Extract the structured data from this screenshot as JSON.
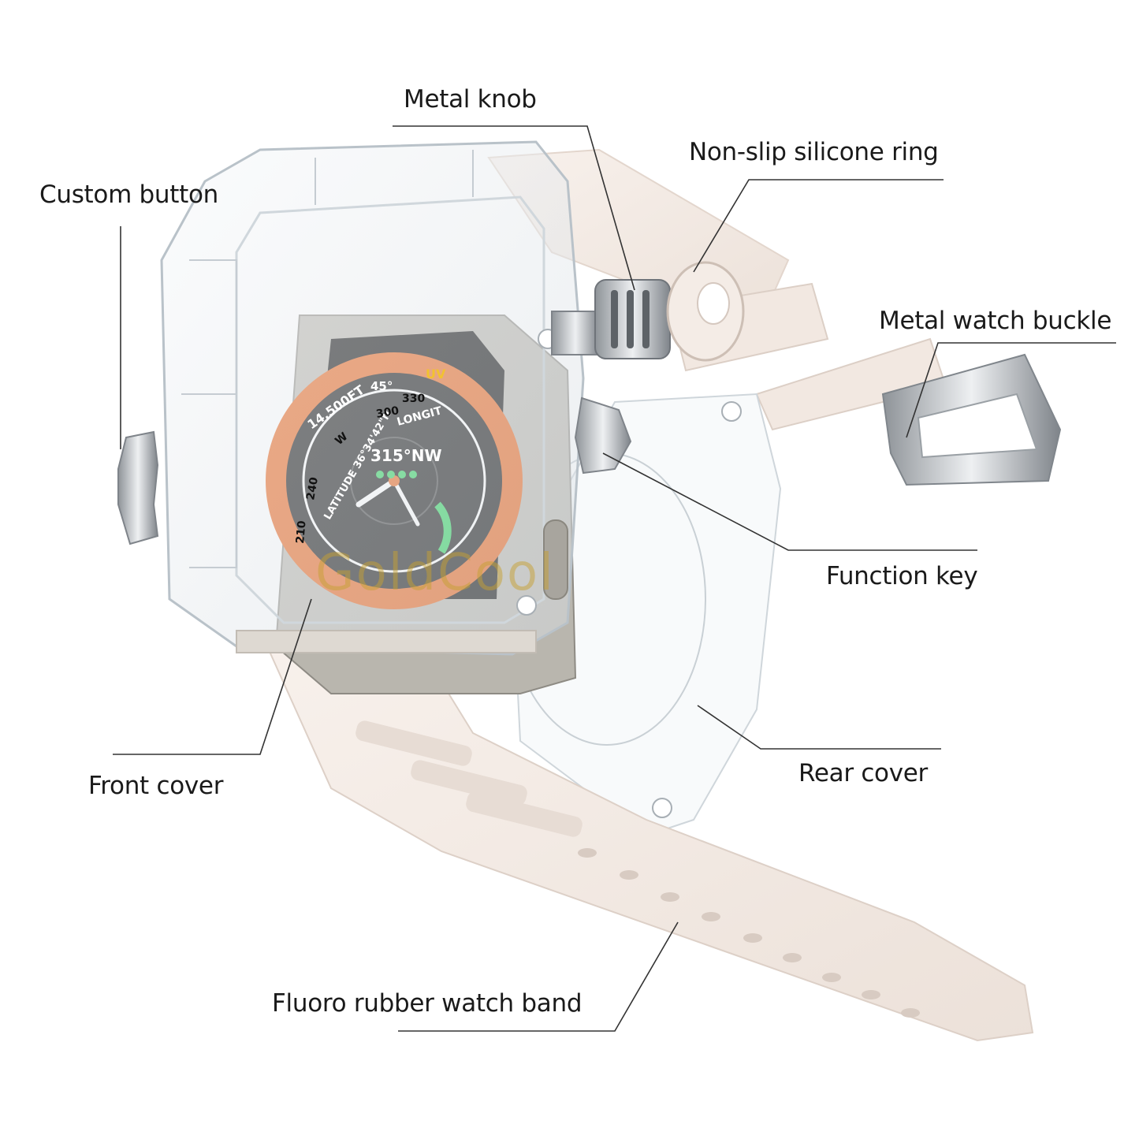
{
  "labels": {
    "metal_knob": "Metal knob",
    "non_slip_ring": "Non-slip silicone ring",
    "custom_button": "Custom button",
    "metal_buckle": "Metal watch buckle",
    "function_key": "Function key",
    "front_cover": "Front cover",
    "rear_cover": "Rear cover",
    "watch_band": "Fluoro rubber watch band"
  },
  "watch_face": {
    "heading": "315°NW",
    "altitude": "14,500FT",
    "angle": "45°",
    "latitude": "LATITUDE 36°34'42\"N",
    "longitude": "LONGIT",
    "uv": "UV",
    "dial_numbers": [
      "300",
      "330",
      "240",
      "210",
      "W"
    ]
  },
  "watermark": "GoldCool",
  "colors": {
    "band": "#f4ebe4",
    "band_shadow": "#e3d6cd",
    "case_clear": "#e9edf0",
    "dial_orange": "#e8641c",
    "metal": "#b9bdc1",
    "leader_line": "#333333",
    "watermark": "#c6a032"
  }
}
